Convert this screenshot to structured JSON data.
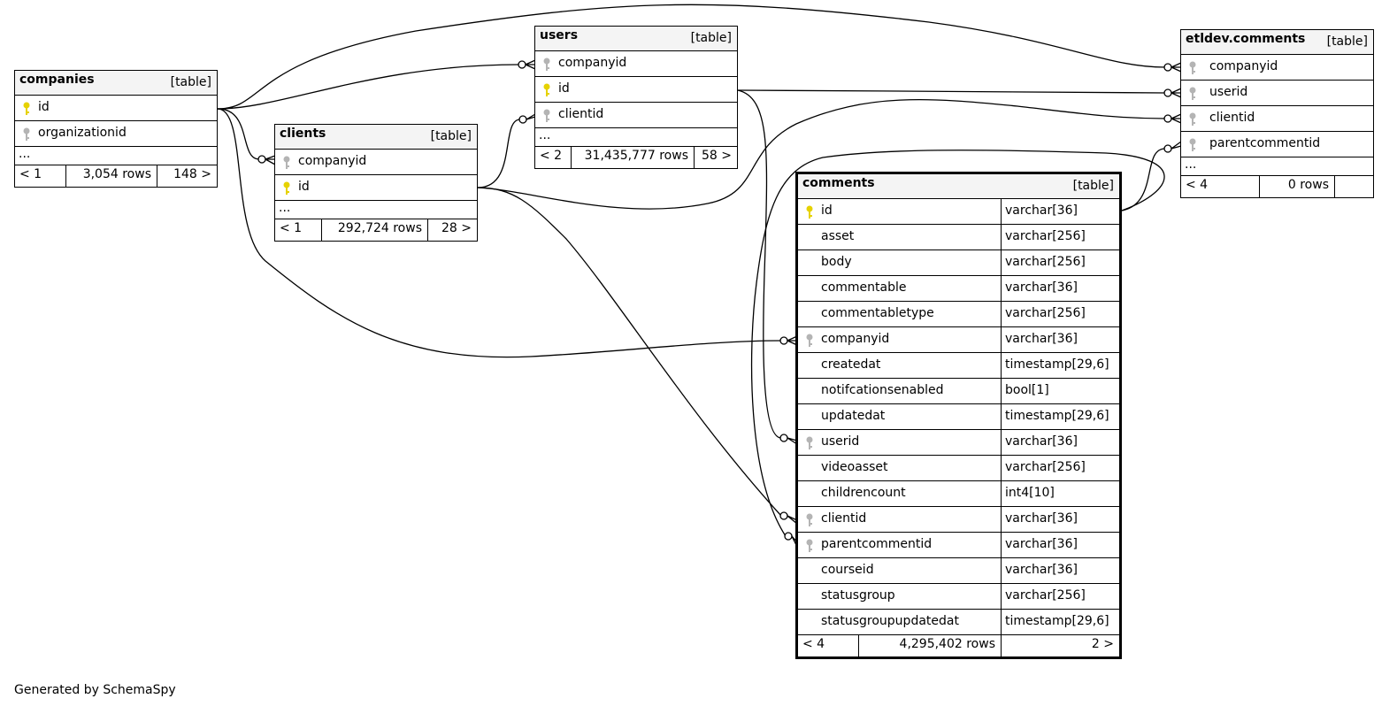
{
  "footer_text": "Generated by SchemaSpy",
  "colors": {
    "pk_key": "#e6d200",
    "fk_key": "#b4b4b4",
    "header_bg": "#f4f4f4"
  },
  "tables": {
    "companies": {
      "name": "companies",
      "type": "[table]",
      "columns": [
        {
          "name": "id",
          "key": "pk"
        },
        {
          "name": "organizationid",
          "key": "fk"
        }
      ],
      "more": "...",
      "footer": {
        "parents": "< 1",
        "rows": "3,054 rows",
        "children": "148 >"
      }
    },
    "clients": {
      "name": "clients",
      "type": "[table]",
      "columns": [
        {
          "name": "companyid",
          "key": "fk"
        },
        {
          "name": "id",
          "key": "pk"
        }
      ],
      "more": "...",
      "footer": {
        "parents": "< 1",
        "rows": "292,724 rows",
        "children": "28 >"
      }
    },
    "users": {
      "name": "users",
      "type": "[table]",
      "columns": [
        {
          "name": "companyid",
          "key": "fk"
        },
        {
          "name": "id",
          "key": "pk"
        },
        {
          "name": "clientid",
          "key": "fk"
        }
      ],
      "more": "...",
      "footer": {
        "parents": "< 2",
        "rows": "31,435,777 rows",
        "children": "58 >"
      }
    },
    "etldev_comments": {
      "name": "etldev.comments",
      "type": "[table]",
      "columns": [
        {
          "name": "companyid",
          "key": "fk"
        },
        {
          "name": "userid",
          "key": "fk"
        },
        {
          "name": "clientid",
          "key": "fk"
        },
        {
          "name": "parentcommentid",
          "key": "fk"
        }
      ],
      "more": "...",
      "footer": {
        "parents": "< 4",
        "rows": "0 rows",
        "children": ""
      }
    },
    "comments": {
      "name": "comments",
      "type": "[table]",
      "columns": [
        {
          "name": "id",
          "key": "pk",
          "datatype": "varchar[36]"
        },
        {
          "name": "asset",
          "key": "",
          "datatype": "varchar[256]"
        },
        {
          "name": "body",
          "key": "",
          "datatype": "varchar[256]"
        },
        {
          "name": "commentable",
          "key": "",
          "datatype": "varchar[36]"
        },
        {
          "name": "commentabletype",
          "key": "",
          "datatype": "varchar[256]"
        },
        {
          "name": "companyid",
          "key": "fk",
          "datatype": "varchar[36]"
        },
        {
          "name": "createdat",
          "key": "",
          "datatype": "timestamp[29,6]"
        },
        {
          "name": "notifcationsenabled",
          "key": "",
          "datatype": "bool[1]"
        },
        {
          "name": "updatedat",
          "key": "",
          "datatype": "timestamp[29,6]"
        },
        {
          "name": "userid",
          "key": "fk",
          "datatype": "varchar[36]"
        },
        {
          "name": "videoasset",
          "key": "",
          "datatype": "varchar[256]"
        },
        {
          "name": "childrencount",
          "key": "",
          "datatype": "int4[10]"
        },
        {
          "name": "clientid",
          "key": "fk",
          "datatype": "varchar[36]"
        },
        {
          "name": "parentcommentid",
          "key": "fk",
          "datatype": "varchar[36]"
        },
        {
          "name": "courseid",
          "key": "",
          "datatype": "varchar[36]"
        },
        {
          "name": "statusgroup",
          "key": "",
          "datatype": "varchar[256]"
        },
        {
          "name": "statusgroupupdatedat",
          "key": "",
          "datatype": "timestamp[29,6]"
        }
      ],
      "footer": {
        "parents": "< 4",
        "rows": "4,295,402 rows",
        "children": "2 >"
      }
    }
  },
  "relationships": [
    {
      "from": "companies.id",
      "to": "users.companyid"
    },
    {
      "from": "companies.id",
      "to": "etldev.comments.companyid"
    },
    {
      "from": "companies.id",
      "to": "clients.companyid"
    },
    {
      "from": "companies.id",
      "to": "comments.companyid"
    },
    {
      "from": "clients.id",
      "to": "users.clientid"
    },
    {
      "from": "clients.id",
      "to": "etldev.comments.clientid"
    },
    {
      "from": "clients.id",
      "to": "comments.clientid"
    },
    {
      "from": "users.id",
      "to": "etldev.comments.userid"
    },
    {
      "from": "users.id",
      "to": "comments.userid"
    },
    {
      "from": "comments.id",
      "to": "etldev.comments.parentcommentid"
    },
    {
      "from": "comments.id",
      "to": "comments.parentcommentid"
    }
  ]
}
